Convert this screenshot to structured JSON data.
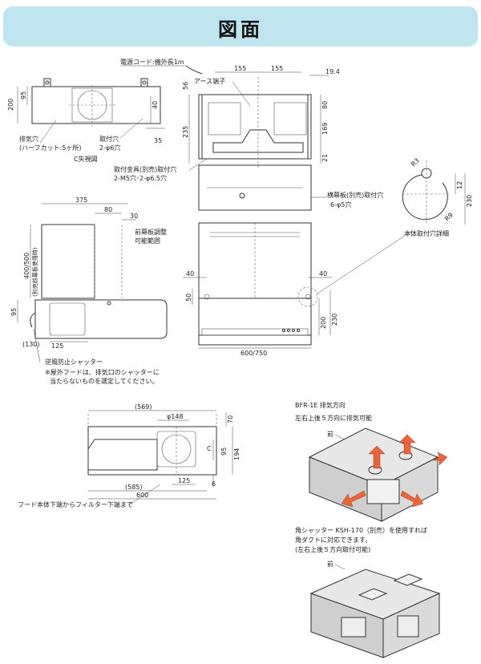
{
  "title": "図面",
  "top_view": {
    "power_cord": "電源コード:機外長1m",
    "ground_terminal": "アース端子",
    "dim_155_left": "155",
    "dim_155_right": "155",
    "dim_19_4": "19.4",
    "dim_56": "56",
    "dim_80": "80",
    "dim_169": "169",
    "dim_235": "235",
    "dim_21": "21",
    "bracket_holes": "取付金具(別売)取付穴",
    "bracket_holes_spec": "2-M5穴･2-φ6.5穴",
    "panel_holes": "横幕板(別売)取付穴",
    "panel_holes_spec": "6-φ5穴",
    "dim_40_left": "40",
    "dim_40_right": "40",
    "dim_50": "50",
    "dim_200": "200",
    "dim_230": "230",
    "width": "600/750"
  },
  "c_view": {
    "dim_200": "200",
    "dim_95": "95",
    "dim_40": "40",
    "dim_35": "35",
    "exhaust_hole": "排気穴",
    "exhaust_hole_note": "(ハーフカット:5ヶ所)",
    "mount_hole": "取付穴",
    "mount_hole_spec": "2-φ6穴",
    "caption": "C矢視図"
  },
  "hole_detail": {
    "r3": "R3",
    "r9": "R9",
    "dim_12": "12",
    "dim_230": "230",
    "caption": "本体取付穴詳細"
  },
  "side_view": {
    "dim_375": "375",
    "dim_80": "80",
    "dim_30": "30",
    "front_panel_range": "前幕板調整",
    "front_panel_range_2": "可能範囲",
    "dim_400_500": "400/500",
    "front_panel_note": "(別売前幕板使用時)",
    "dim_95": "95",
    "dim_130": "(130)",
    "dim_125": "125",
    "shutter": "逆風防止シャッター",
    "note_line1": "※屋外フードは、排気口のシャッターに",
    "note_line2": "当たらないものを選定してください。"
  },
  "bottom_view": {
    "dim_569": "(569)",
    "dim_148": "φ148",
    "dim_70": "70",
    "dim_95": "95",
    "dim_194": "194",
    "dim_c": "C",
    "dim_585": "(585)",
    "dim_125": "125",
    "dim_6": "6",
    "dim_600": "600",
    "filter_note": "フード本体下端からフィルター下端まで"
  },
  "exhaust_direction": {
    "title": "BFR-1E 排気方向",
    "subtitle": "左右上後５方向に排気可能",
    "front": "前"
  },
  "square_shutter": {
    "line1": "角シャッター KSH-170（別売）を使用すれば",
    "line2": "角ダクトに対応できます。",
    "line3": "(左右上後５方向取付可能)",
    "front": "前"
  },
  "colors": {
    "header_bg": "#bfe6ef",
    "arrow": "#e9643a",
    "line": "#333333"
  }
}
